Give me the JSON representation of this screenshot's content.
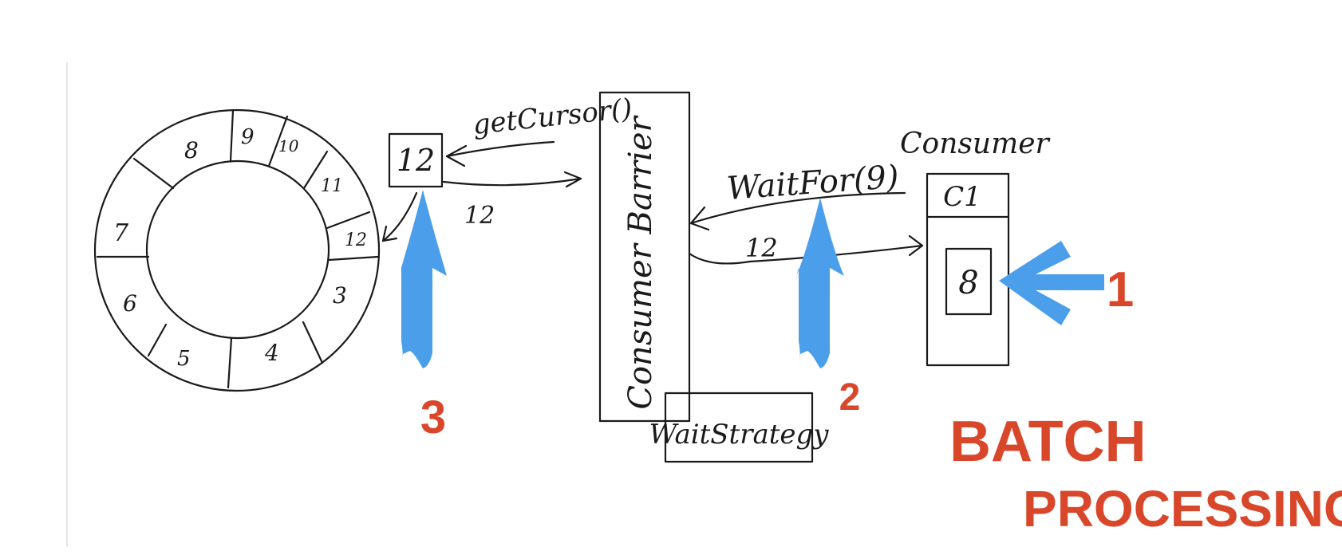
{
  "ring": {
    "slots": [
      "8",
      "9",
      "10",
      "11",
      "12",
      "3",
      "4",
      "5",
      "6",
      "7"
    ]
  },
  "cursor_box": {
    "value": "12"
  },
  "labels": {
    "get_cursor": "getCursor()",
    "cursor_returned": "12",
    "consumer_barrier": "Consumer Barrier",
    "wait_strategy": "WaitStrategy",
    "wait_for": "WaitFor(9)",
    "wait_returned": "12",
    "consumer": "Consumer",
    "consumer_id": "C1",
    "consumer_seq": "8"
  },
  "steps": {
    "one": "1",
    "two": "2",
    "three": "3"
  },
  "title": {
    "line1": "BATCH",
    "line2": "PROCESSING"
  },
  "colors": {
    "ink": "#1a1a1a",
    "arrow_blue": "#4a9eea",
    "accent_red": "#d9472b"
  }
}
